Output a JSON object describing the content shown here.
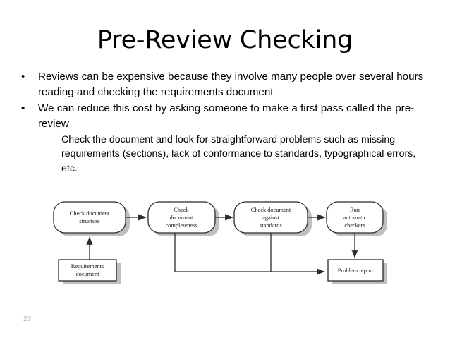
{
  "slide": {
    "title": "Pre-Review Checking",
    "number": "28",
    "bullets": [
      {
        "level": 1,
        "marker": "•",
        "text": "Reviews can be expensive because they involve many people over several hours reading and checking the requirements document"
      },
      {
        "level": 1,
        "marker": "•",
        "text": "We can reduce this cost by asking someone to make a first pass called the pre-review"
      },
      {
        "level": 2,
        "marker": "–",
        "text": "Check the document and look for straightforward problems such as missing requirements (sections), lack of conformance to standards, typographical errors, etc."
      }
    ]
  },
  "diagram": {
    "nodes": [
      {
        "id": "check-document-structure",
        "label_lines": [
          "Check document",
          "structure"
        ],
        "shape": "rounded"
      },
      {
        "id": "check-document-completeness",
        "label_lines": [
          "Check",
          "document",
          "completeness"
        ],
        "shape": "rounded"
      },
      {
        "id": "check-document-against-standards",
        "label_lines": [
          "Check document",
          "against",
          "standards"
        ],
        "shape": "rounded"
      },
      {
        "id": "run-automatic-checkers",
        "label_lines": [
          "Run",
          "automatic",
          "checkers"
        ],
        "shape": "rounded"
      },
      {
        "id": "requirements-document",
        "label_lines": [
          "Requirements",
          "document"
        ],
        "shape": "rectangle"
      },
      {
        "id": "problem-report",
        "label_lines": [
          "Problem report"
        ],
        "shape": "rectangle"
      }
    ],
    "colors": {
      "stroke": "#2b2b2b",
      "fill": "#ffffff",
      "shadow": "#bfbfbf"
    }
  }
}
